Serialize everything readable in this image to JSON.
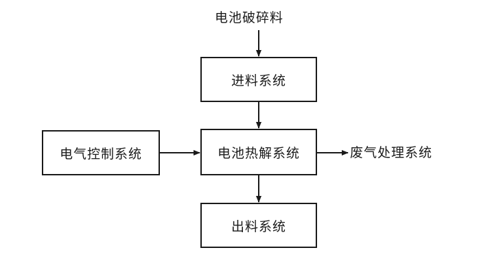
{
  "diagram": {
    "input_label": "电池破碎料",
    "feed_system": "进料系统",
    "pyrolysis_system": "电池热解系统",
    "electrical_control_system": "电气控制系统",
    "waste_gas_system": "废气处理系统",
    "discharge_system": "出料系统"
  },
  "colors": {
    "line": "#1a1a1a",
    "background": "#ffffff"
  }
}
